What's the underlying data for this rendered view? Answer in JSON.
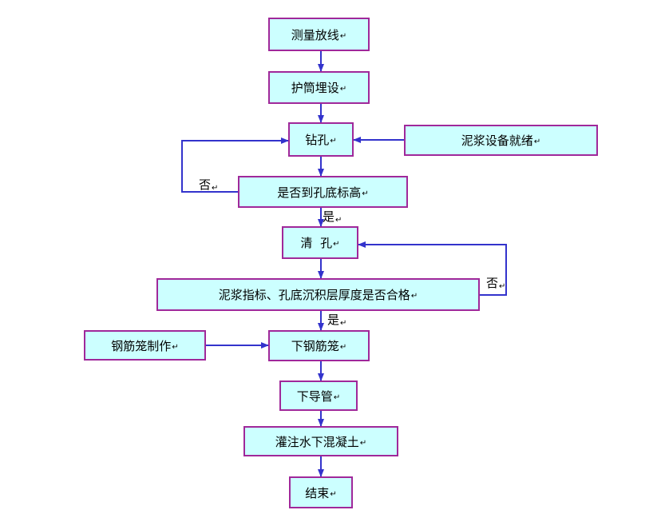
{
  "return_mark": "↵",
  "nodes": {
    "survey": "测量放线",
    "casing": "护筒埋设",
    "drill": "钻孔",
    "mud_ready": "泥浆设备就绪",
    "check_depth": "是否到孔底标高",
    "clean": "清  孔",
    "check_quality": "泥浆指标、孔底沉积层厚度是否合格",
    "cage_make": "钢筋笼制作",
    "cage_lower": "下钢筋笼",
    "pipe_lower": "下导管",
    "pour": "灌注水下混凝土",
    "end": "结束"
  },
  "labels": {
    "no_depth": "否",
    "yes_depth": "是",
    "no_quality": "否",
    "yes_quality": "是"
  },
  "colors": {
    "box_fill": "#ccffff",
    "box_border": "#a0289a",
    "arrow": "#3333cc"
  }
}
